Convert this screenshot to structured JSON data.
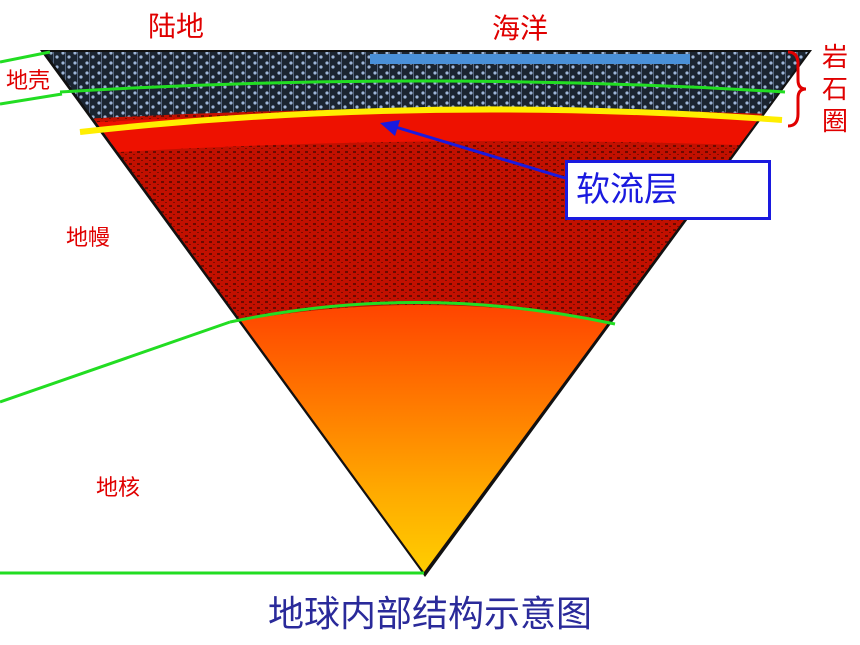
{
  "labels": {
    "land": "陆地",
    "ocean": "海洋",
    "crust": "地壳",
    "mantle": "地幔",
    "core": "地核",
    "asthenosphere": "软流层",
    "lithosphere": "岩石圈"
  },
  "caption": "地球内部结构示意图",
  "colors": {
    "label_red": "#e00000",
    "callout_blue": "#1a1adf",
    "caption_blue": "#2a2a9a",
    "boundary_green": "#22dd22",
    "asthenosphere_yellow": "#ffee00",
    "mantle_red": "#dd1100",
    "core_orange": "#ff5500",
    "core_yellow": "#ffee00",
    "crust_dark": "#1b2430",
    "ocean_blue": "#4a90d9"
  }
}
